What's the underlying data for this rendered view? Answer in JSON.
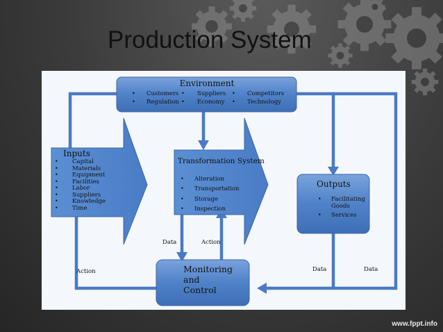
{
  "slide": {
    "title": "Production System",
    "footer": "www.fppt.info"
  },
  "diagram": {
    "environment": {
      "title": "Environment",
      "items": [
        "Customers",
        "Suppliers",
        "Competitors",
        "Regulation",
        "Economy",
        "Technology"
      ]
    },
    "inputs": {
      "title": "Inputs",
      "items": [
        "Capital",
        "Materials",
        "Equipment",
        "Facilities",
        "Labor",
        "Suppliers",
        "Knowledge",
        "Time"
      ]
    },
    "transformation": {
      "title": "Transformation System",
      "items": [
        "Alteration",
        "Transportation",
        "Storage",
        "Inspection"
      ]
    },
    "outputs": {
      "title": "Outputs",
      "items": [
        "Facilitating Goods",
        "Services"
      ],
      "item1_lines": [
        "Facilitating",
        "Goods"
      ]
    },
    "monitoring": {
      "lines": [
        "Monitoring",
        "and",
        "Control"
      ]
    },
    "labels": {
      "data_left": "Data",
      "action_top": "Action",
      "action_left": "Action",
      "data_mid": "Data",
      "data_right": "Data"
    },
    "bullet": "•",
    "colors": {
      "box": "#4a7cc6",
      "line": "#4a7ac4"
    }
  }
}
